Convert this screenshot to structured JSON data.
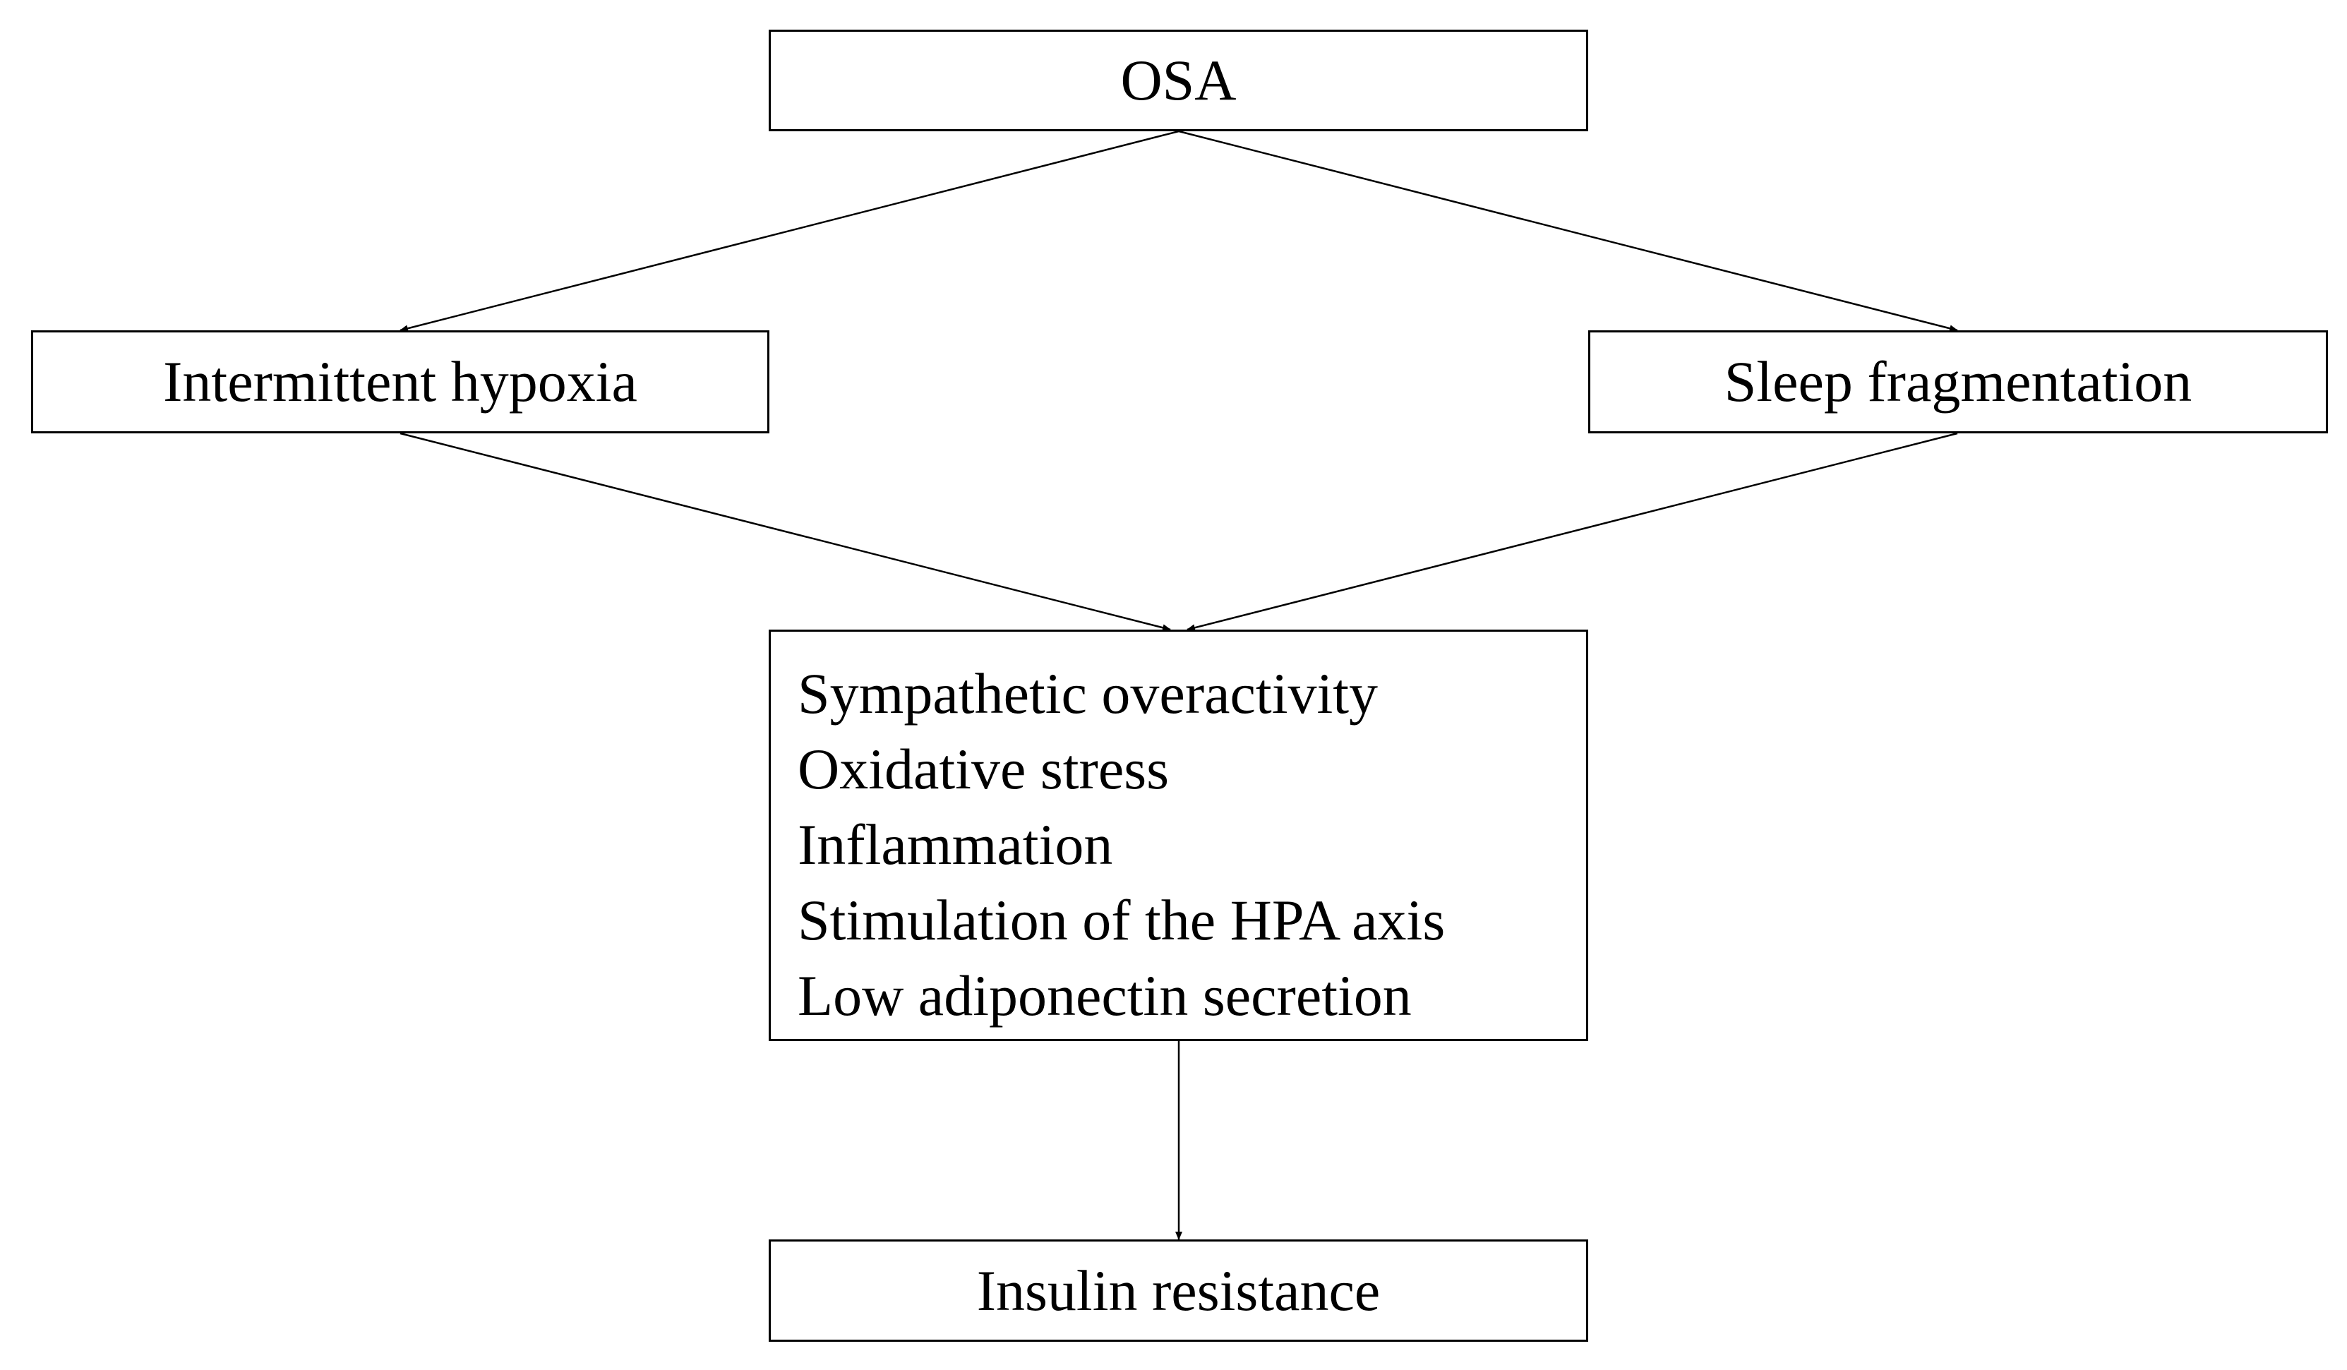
{
  "diagram": {
    "nodes": {
      "osa": {
        "label": "OSA"
      },
      "intermittent_hypoxia": {
        "label": "Intermittent hypoxia"
      },
      "sleep_fragmentation": {
        "label": "Sleep fragmentation"
      },
      "mechanisms": {
        "lines": [
          "Sympathetic overactivity",
          "Oxidative stress",
          "Inflammation",
          "Stimulation of the HPA axis",
          "Low adiponectin secretion"
        ]
      },
      "insulin_resistance": {
        "label": "Insulin resistance"
      }
    },
    "edges": [
      {
        "from": "osa",
        "to": "intermittent_hypoxia"
      },
      {
        "from": "osa",
        "to": "sleep_fragmentation"
      },
      {
        "from": "intermittent_hypoxia",
        "to": "mechanisms"
      },
      {
        "from": "sleep_fragmentation",
        "to": "mechanisms"
      },
      {
        "from": "mechanisms",
        "to": "insulin_resistance"
      }
    ],
    "colors": {
      "stroke": "#000000",
      "background": "#ffffff",
      "text": "#000000"
    }
  }
}
